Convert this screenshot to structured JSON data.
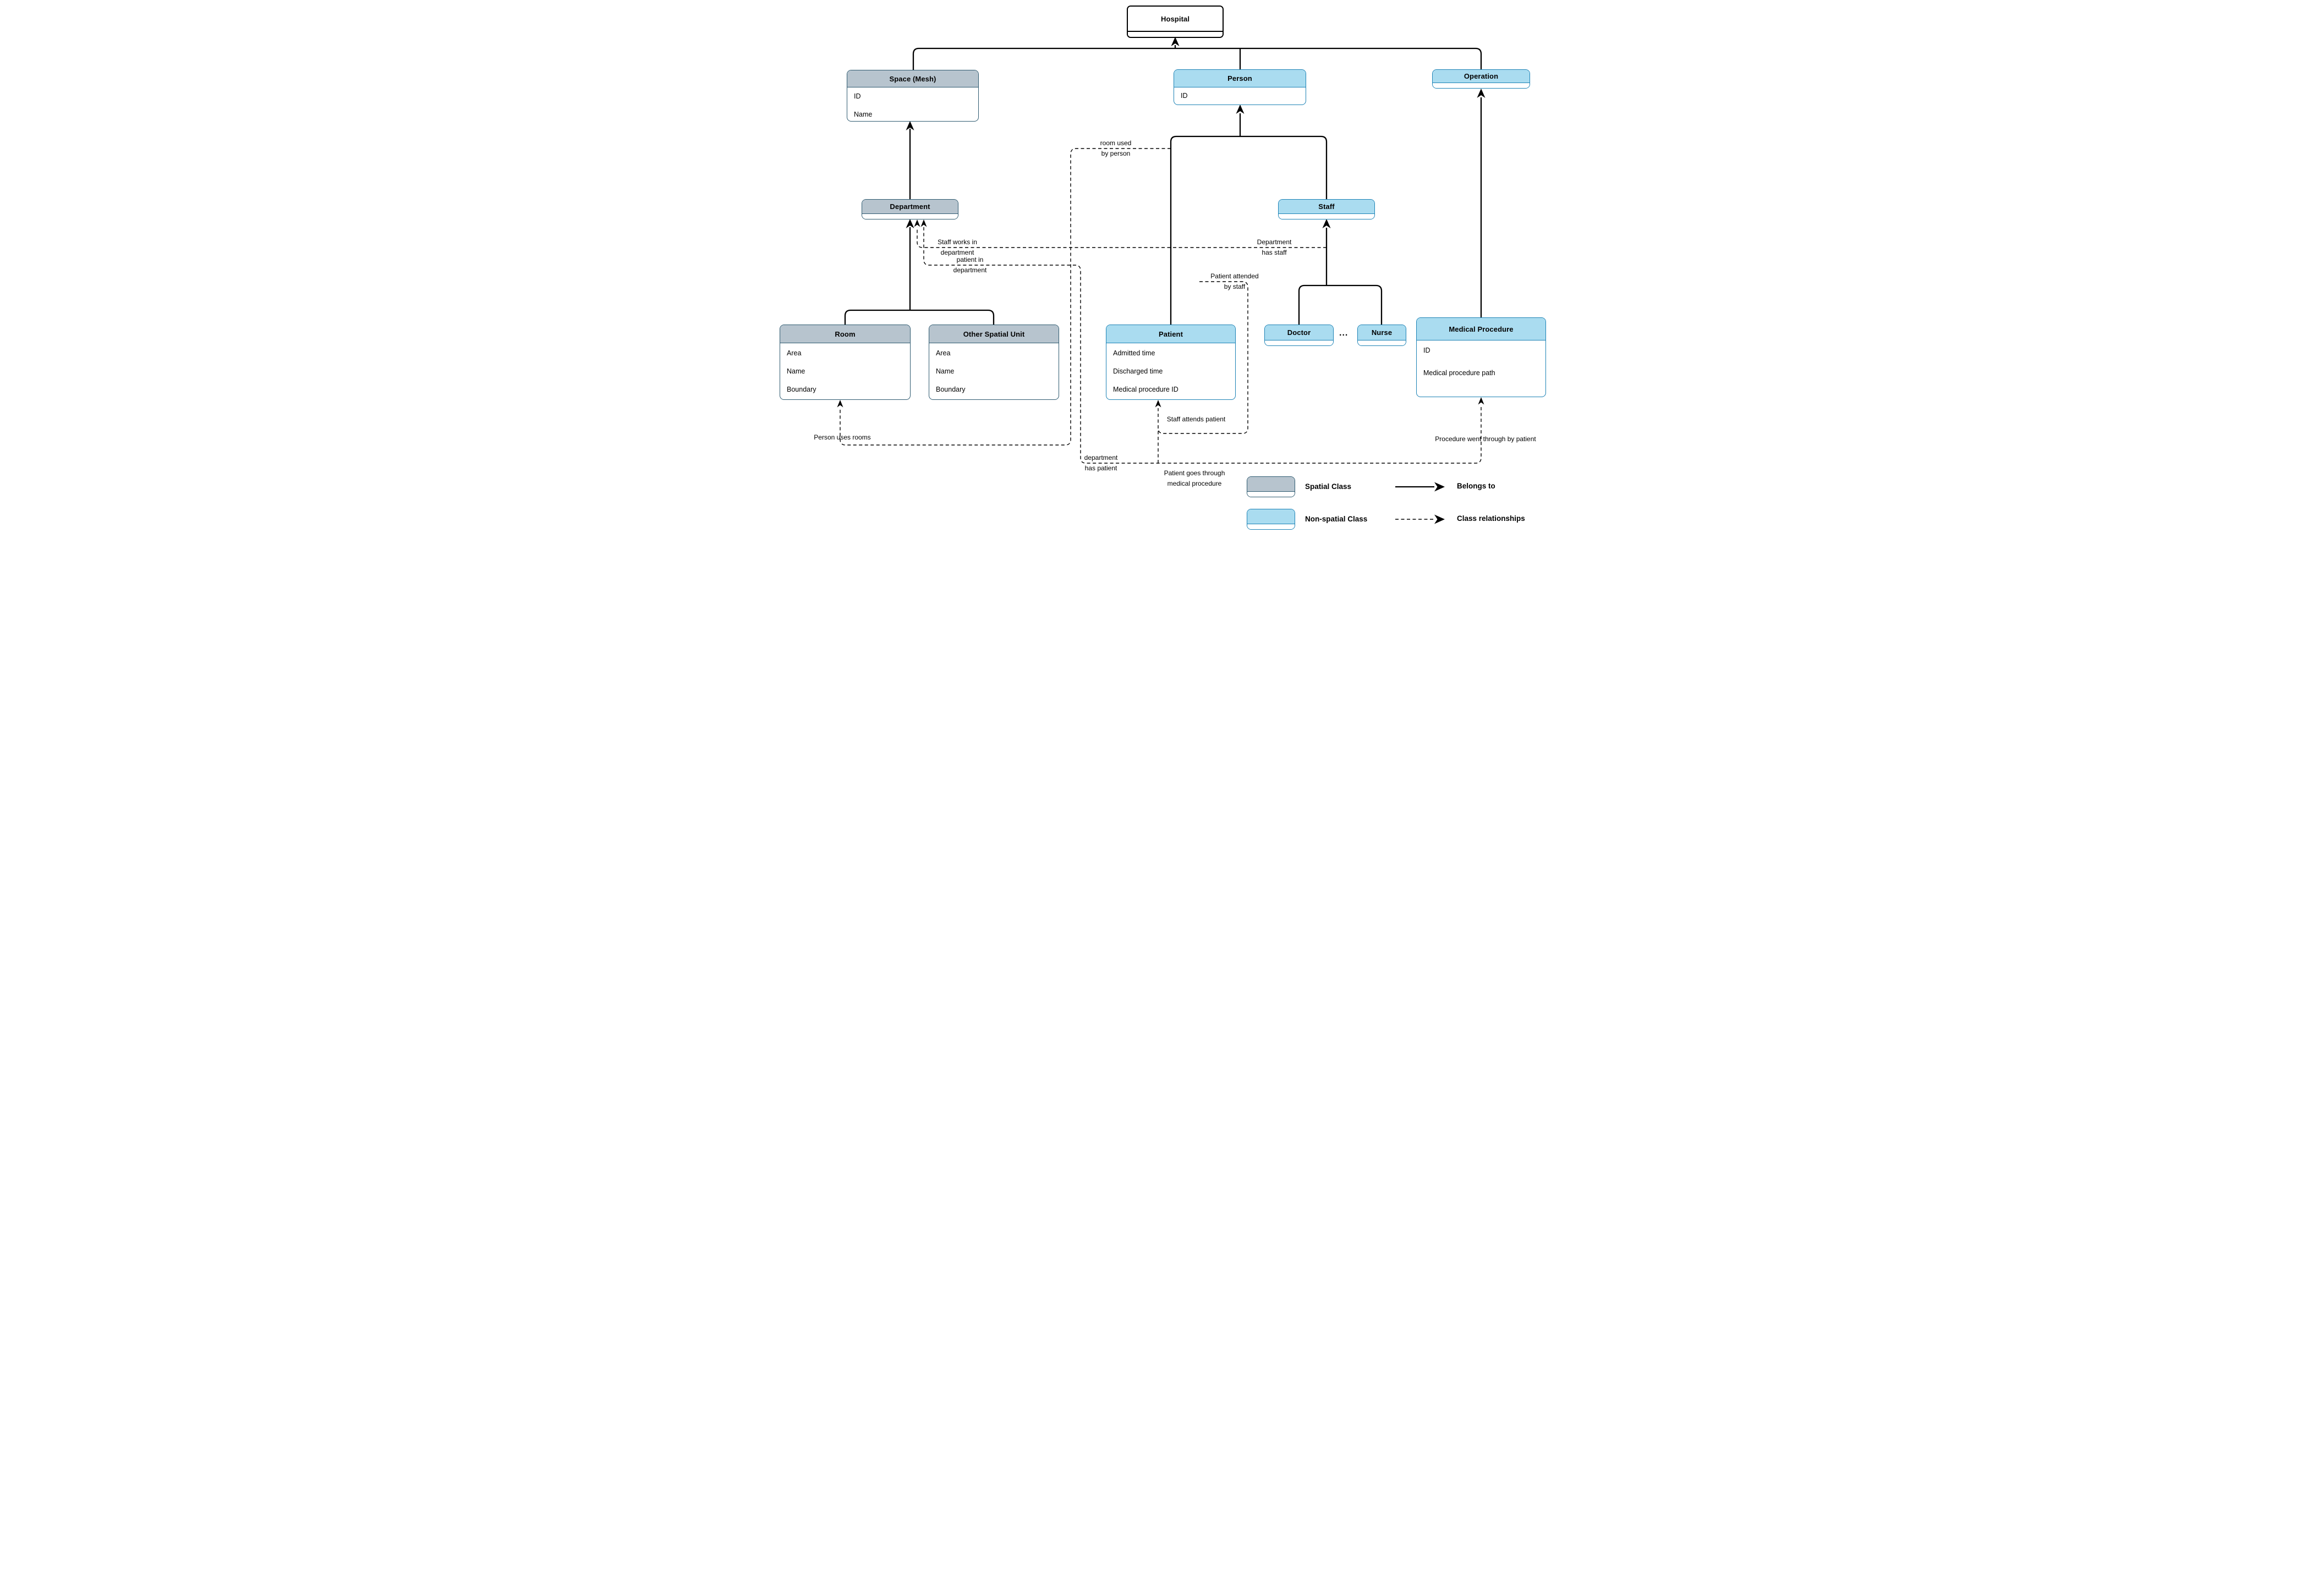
{
  "classes": {
    "hospital": {
      "title": "Hospital",
      "type": "root",
      "attributes": []
    },
    "space_mesh": {
      "title": "Space (Mesh)",
      "type": "spatial",
      "attributes": [
        "ID",
        "Name"
      ]
    },
    "person": {
      "title": "Person",
      "type": "non-spatial",
      "attributes": [
        "ID"
      ]
    },
    "operation": {
      "title": "Operation",
      "type": "non-spatial",
      "attributes": []
    },
    "department": {
      "title": "Department",
      "type": "spatial",
      "attributes": []
    },
    "staff": {
      "title": "Staff",
      "type": "non-spatial",
      "attributes": []
    },
    "room": {
      "title": "Room",
      "type": "spatial",
      "attributes": [
        "Area",
        "Name",
        "Boundary"
      ]
    },
    "other_spatial_unit": {
      "title": "Other Spatial Unit",
      "type": "spatial",
      "attributes": [
        "Area",
        "Name",
        "Boundary"
      ]
    },
    "patient": {
      "title": "Patient",
      "type": "non-spatial",
      "attributes": [
        "Admitted time",
        "Discharged time",
        "Medical procedure ID"
      ]
    },
    "doctor": {
      "title": "Doctor",
      "type": "non-spatial",
      "attributes": []
    },
    "nurse": {
      "title": "Nurse",
      "type": "non-spatial",
      "attributes": []
    },
    "medical_procedure": {
      "title": "Medical Procedure",
      "type": "non-spatial",
      "attributes": [
        "ID",
        "Medical procedure path"
      ]
    }
  },
  "ellipsis": "...",
  "relationships": {
    "room_used_by_person": {
      "lines": [
        "room used",
        "by person"
      ]
    },
    "person_uses_rooms": {
      "lines": [
        "Person uses rooms"
      ]
    },
    "staff_works_in_department": {
      "lines": [
        "Staff works in",
        "department"
      ]
    },
    "department_has_staff": {
      "lines": [
        "Department",
        "has staff"
      ]
    },
    "patient_in_department": {
      "lines": [
        "patient in",
        "department"
      ]
    },
    "department_has_patient": {
      "lines": [
        "department",
        "has patient"
      ]
    },
    "patient_attended_by_staff": {
      "lines": [
        "Patient attended",
        "by staff"
      ]
    },
    "staff_attends_patient": {
      "lines": [
        "Staff attends patient"
      ]
    },
    "patient_goes_through_medical_procedure": {
      "lines": [
        "Patient goes through",
        "medical procedure"
      ]
    },
    "procedure_went_through_by_patient": {
      "lines": [
        "Procedure went through by patient"
      ]
    }
  },
  "legend": {
    "spatial_class": "Spatial Class",
    "non_spatial_class": "Non-spatial Class",
    "belongs_to": "Belongs to",
    "class_relationships": "Class relationships"
  },
  "colors": {
    "spatial_fill": "#b7c4ce",
    "spatial_border": "#2e5a70",
    "non_spatial_fill": "#aadcf0",
    "non_spatial_border": "#1c82b5",
    "root_fill": "#ffffff",
    "root_border": "#000000",
    "connector": "#000000"
  }
}
